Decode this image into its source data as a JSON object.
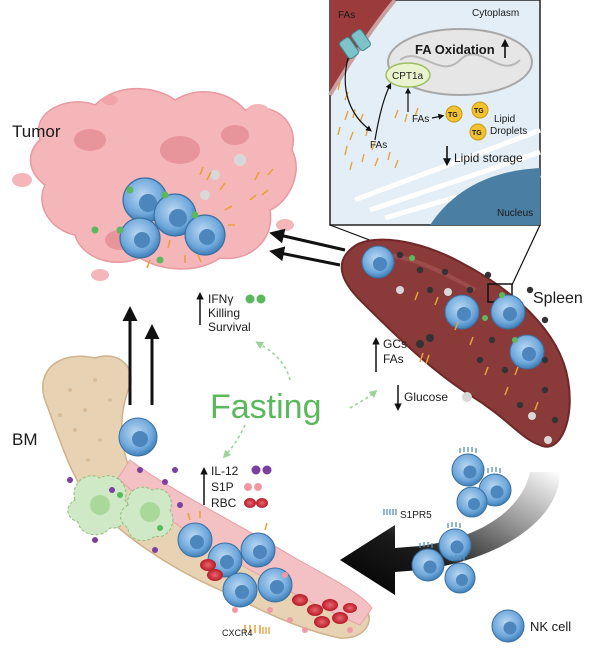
{
  "labels": {
    "tumor": "Tumor",
    "spleen": "Spleen",
    "bm": "BM",
    "fasting": "Fasting",
    "nk_cell": "NK cell"
  },
  "inset": {
    "cytoplasm": "Cytoplasm",
    "fa_oxidation": "FA Oxidation",
    "cpt1a": "CPT1a",
    "fas_top": "FAs",
    "fas_mid": "FAs",
    "fas_right": "FAs",
    "tg": "TG",
    "lipid_line1": "Lipid",
    "lipid_line2": "Droplets",
    "lipid_storage": "Lipid storage",
    "nucleus": "Nucleus"
  },
  "tumor_effects": [
    "IFNγ",
    "Killing",
    "Survival"
  ],
  "spleen_effects": {
    "gcs": "GCs",
    "fas": "FAs",
    "glucose": "Glucose"
  },
  "bm_effects": [
    "IL-12",
    "S1P",
    "RBC"
  ],
  "receptors": {
    "s1pr5": "S1PR5",
    "cxcr4": "CXCR4"
  },
  "colors": {
    "nk_cell": "#6fa8dc",
    "tumor": "#f4b6b9",
    "spleen": "#8b3a3a",
    "bone": "#e8d2b4",
    "fasting_green": "#5cb85c",
    "inset_bg": "#e3eef7",
    "rbc": "#cc1f2b",
    "gc_dot": "#333333",
    "il12_dot": "#7b3fa0"
  }
}
